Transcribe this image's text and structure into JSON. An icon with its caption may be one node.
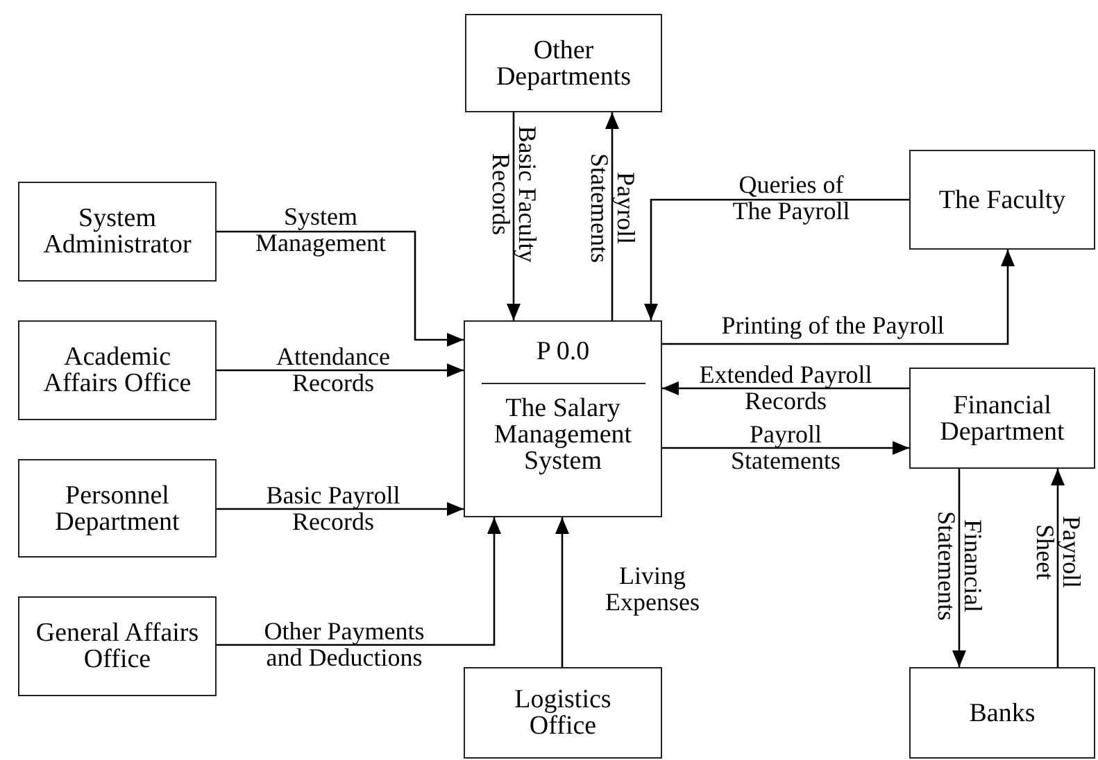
{
  "diagram": {
    "nodes": [
      {
        "text": [
          "Other Departments"
        ]
      },
      {
        "text": [
          "System Administrator"
        ]
      },
      {
        "text": [
          "Academic Affairs Office"
        ]
      },
      {
        "text": [
          "Personnel Department"
        ]
      },
      {
        "text": [
          "General Affairs Office"
        ]
      },
      {
        "text": [
          "P 0.0",
          "The Salary Management System"
        ]
      },
      {
        "text": [
          "The Faculty"
        ]
      },
      {
        "text": [
          "Financial Department"
        ]
      },
      {
        "text": [
          "Logistics Office"
        ]
      },
      {
        "text": [
          "Banks"
        ]
      }
    ],
    "edges": [
      {
        "from": 1,
        "to": 5,
        "arrow": "to",
        "label": "System Management"
      },
      {
        "from": 2,
        "to": 5,
        "arrow": "to",
        "label": "Attendance Records"
      },
      {
        "from": 3,
        "to": 5,
        "arrow": "to",
        "label": "Basic Payroll Records"
      },
      {
        "from": 4,
        "to": 5,
        "arrow": "to",
        "label": "Other Payments and Deductions"
      },
      {
        "from": 0,
        "to": 5,
        "arrow": "to",
        "label": "Basic Faculty Records"
      },
      {
        "from": 5,
        "to": 0,
        "arrow": "to",
        "label": "Payroll Statements"
      },
      {
        "from": 6,
        "to": 5,
        "arrow": "to",
        "label": "Queries of The Payroll"
      },
      {
        "from": 5,
        "to": 6,
        "arrow": "to",
        "label": "Printing of the Payroll"
      },
      {
        "from": 7,
        "to": 5,
        "arrow": "to",
        "label": "Extended Payroll Records"
      },
      {
        "from": 5,
        "to": 7,
        "arrow": "to",
        "label": "Payroll Statements"
      },
      {
        "from": 7,
        "to": 9,
        "arrow": "to",
        "label": "Financial Statements"
      },
      {
        "from": 9,
        "to": 7,
        "arrow": "to",
        "label": "Payroll Sheet"
      },
      {
        "from": 8,
        "to": 5,
        "arrow": "to",
        "label": "Living Expenses"
      }
    ]
  }
}
